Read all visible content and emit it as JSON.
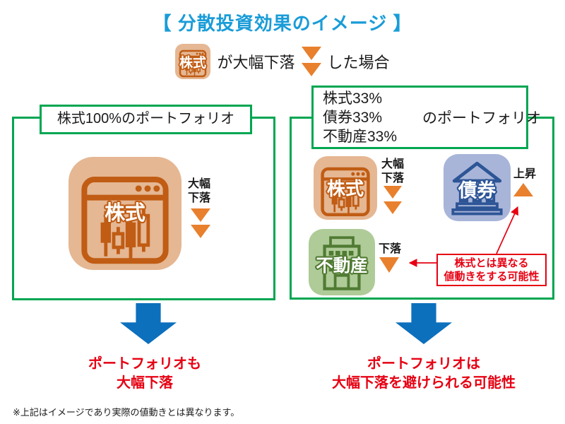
{
  "colors": {
    "title_blue": "#199cd8",
    "frame_green": "#00a651",
    "triangle_orange": "#e8802d",
    "stock_bg": "#e5b793",
    "stock_line": "#c05c14",
    "bond_bg": "#a8b5d9",
    "bond_line": "#2d5596",
    "estate_bg": "#afcb98",
    "estate_line": "#507b33",
    "arrow_blue": "#0c70bd",
    "red": "#e60012",
    "text_black": "#1a1a1a"
  },
  "title": "【 分散投資効果のイメージ 】",
  "scenario": {
    "asset_label": "株式",
    "text_before": "が大幅下落",
    "text_after": "した場合"
  },
  "left_panel": {
    "title": "株式100%のポートフォリオ",
    "stock_label": "株式",
    "movement_line1": "大幅",
    "movement_line2": "下落"
  },
  "right_panel": {
    "allocation_lines": [
      "株式33%",
      "債券33%",
      "不動産33%"
    ],
    "portfolio_suffix": "のポートフォリオ",
    "stock_label": "株式",
    "stock_movement_line1": "大幅",
    "stock_movement_line2": "下落",
    "bond_label": "債券",
    "bond_movement": "上昇",
    "estate_label": "不動産",
    "estate_movement": "下落",
    "callout_line1": "株式とは異なる",
    "callout_line2": "値動きをする可能性"
  },
  "outcomes": {
    "left_line1": "ポートフォリオも",
    "left_line2": "大幅下落",
    "right_line1": "ポートフォリオは",
    "right_line2": "大幅下落を避けられる可能性"
  },
  "footnote": "※上記はイメージであり実際の値動きとは異なります。",
  "icons": {
    "stock": "candlestick-chart-window-icon",
    "bond": "bank-building-icon",
    "estate": "office-building-icon",
    "drop": "orange-down-triangle-icon",
    "rise": "orange-up-triangle-icon",
    "result": "blue-big-down-arrow-icon"
  }
}
